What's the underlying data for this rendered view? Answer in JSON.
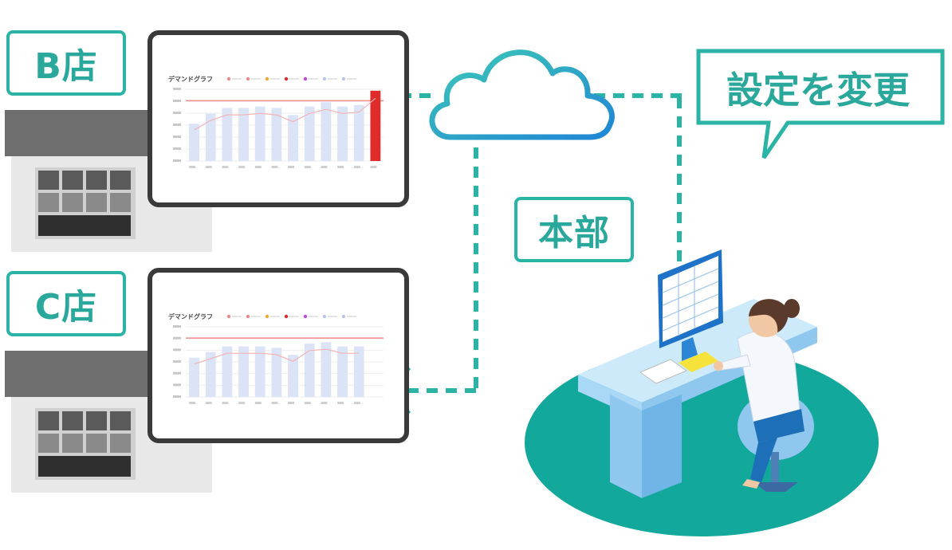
{
  "stores": [
    {
      "label": "B店",
      "highlight_last_bar": true
    },
    {
      "label": "C店",
      "highlight_last_bar": false
    }
  ],
  "hq": {
    "label": "本部"
  },
  "callout": {
    "text": "設定を変更"
  },
  "chart_legend": [
    "デマンドグラフ"
  ],
  "colors": {
    "accent": "#2bb3a6",
    "dashed_line": "#2bb3a6",
    "tablet_frame": "#3a3a3a",
    "bar_fill": "#dbe3f7",
    "bar_alert": "#e02b2b",
    "limit_line": "#f08a8a",
    "floor_ellipse": "#12a89c",
    "desk": "#a8d8f5"
  },
  "icons": [
    "cloud-icon",
    "store-building-icon",
    "person-at-desk-icon",
    "arrow-left-icon"
  ]
}
